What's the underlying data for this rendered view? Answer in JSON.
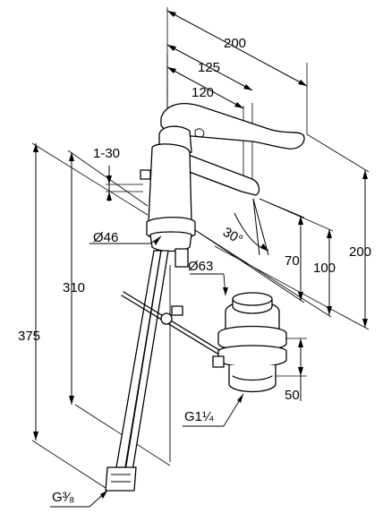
{
  "dimensions": {
    "reach_total": "200",
    "reach_125": "125",
    "reach_120": "120",
    "tilt": "1-30",
    "angle": "30°",
    "diameter_body": "Ø46",
    "diameter_waste": "Ø63",
    "height_310": "310",
    "height_375": "375",
    "height_70": "70",
    "height_100": "100",
    "height_200": "200",
    "waste_50": "50",
    "thread_waste": "G1¼",
    "thread_hose": "G³⁄₈"
  }
}
